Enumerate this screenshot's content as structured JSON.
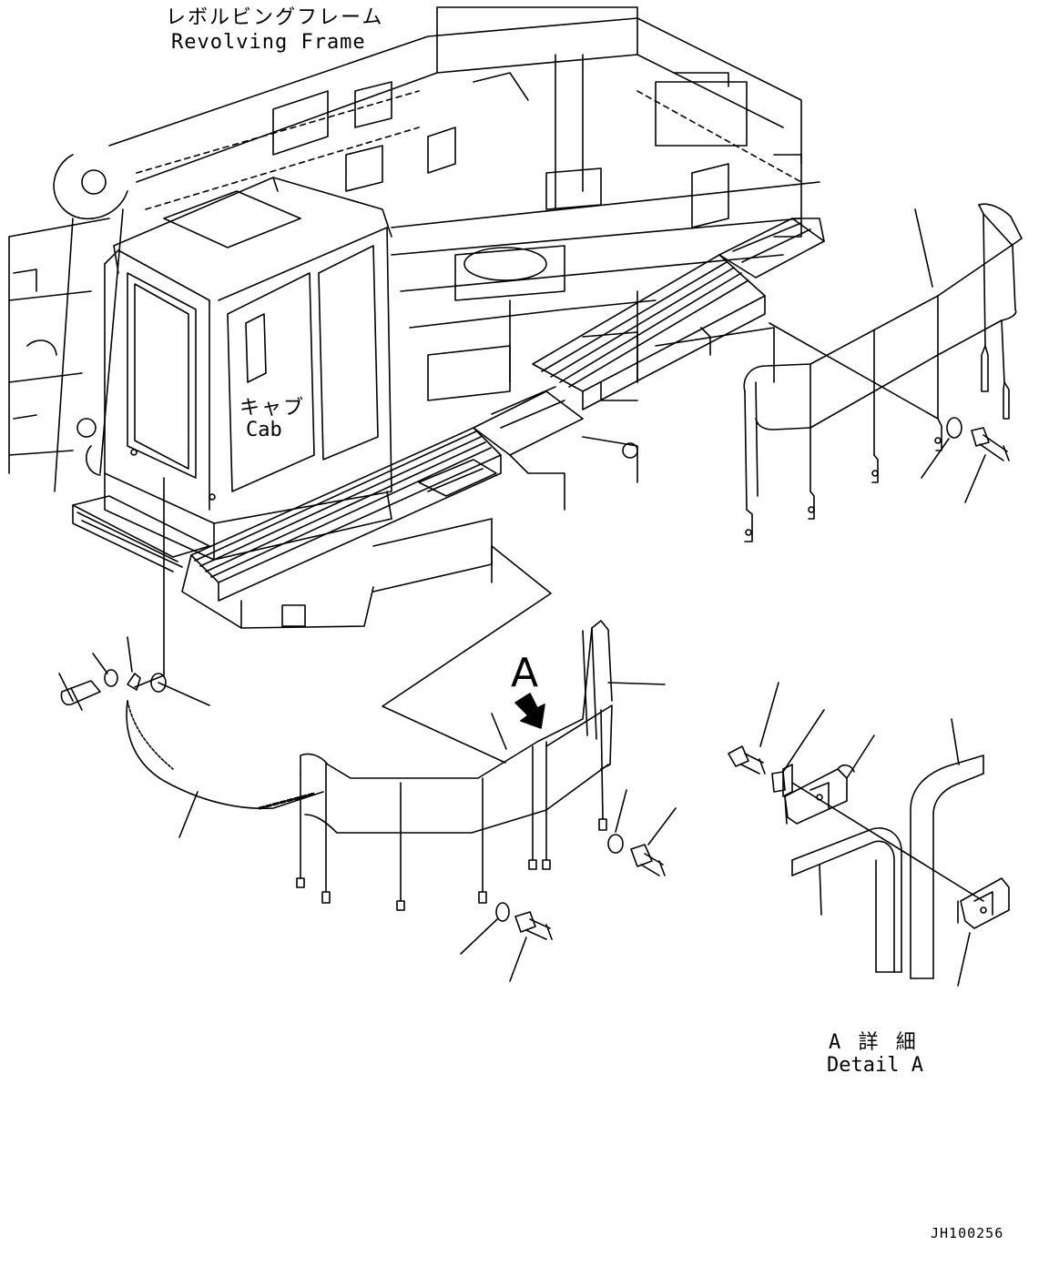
{
  "labels": {
    "frame_jp": "レボルビングフレーム",
    "frame_en": "Revolving Frame",
    "cab_jp": "キャブ",
    "cab_en": "Cab",
    "callout_a": "A",
    "detail_jp": "A 詳 細",
    "detail_en": "Detail A",
    "drawing_number": "JH100256"
  },
  "colors": {
    "line": "#000000",
    "background": "#ffffff"
  }
}
